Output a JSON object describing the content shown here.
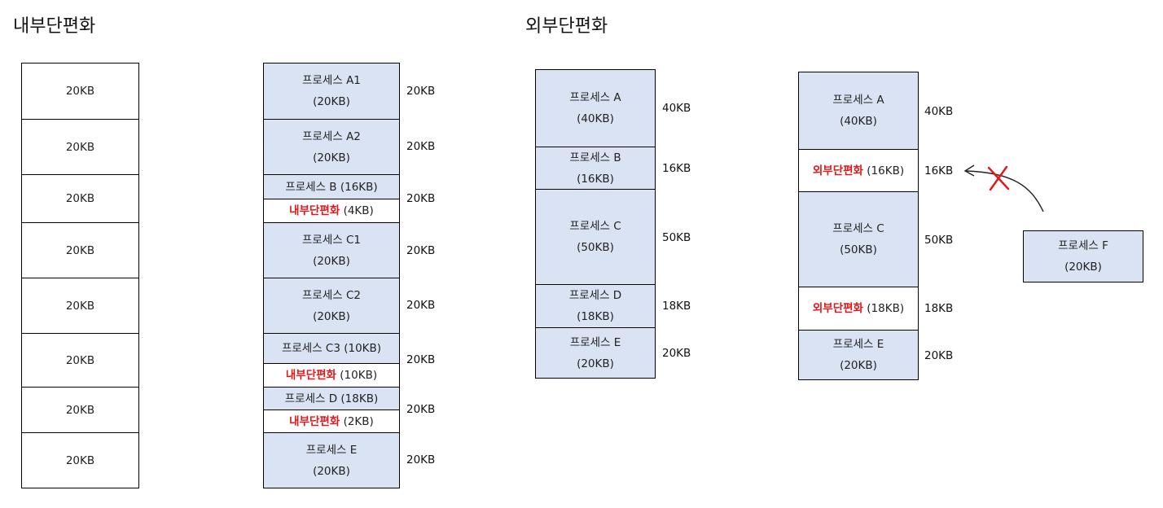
{
  "internal": {
    "title": "내부단편화",
    "empty_col": [
      "20KB",
      "20KB",
      "20KB",
      "20KB",
      "20KB",
      "20KB",
      "20KB",
      "20KB"
    ],
    "a1_l1": "프로세스 A1",
    "a1_l2": "(20KB)",
    "a2_l1": "프로세스 A2",
    "a2_l2": "(20KB)",
    "b_l1": "프로세스 B (16KB)",
    "frag1_red": "내부단편화",
    "frag1_size": "(4KB)",
    "c1_l1": "프로세스 C1",
    "c1_l2": "(20KB)",
    "c2_l1": "프로세스 C2",
    "c2_l2": "(20KB)",
    "c3_l1": "프로세스 C3 (10KB)",
    "frag2_red": "내부단편화",
    "frag2_size": "(10KB)",
    "d_l1": "프로세스 D (18KB)",
    "frag3_red": "내부단편화",
    "frag3_size": "(2KB)",
    "e_l1": "프로세스 E",
    "e_l2": "(20KB)",
    "side_labels": [
      "20KB",
      "20KB",
      "20KB",
      "20KB",
      "20KB",
      "20KB",
      "20KB",
      "20KB"
    ]
  },
  "external": {
    "title": "외부단편화",
    "left": {
      "a_l1": "프로세스 A",
      "a_l2": "(40KB)",
      "b_l1": "프로세스 B",
      "b_l2": "(16KB)",
      "c_l1": "프로세스 C",
      "c_l2": "(50KB)",
      "d_l1": "프로세스 D",
      "d_l2": "(18KB)",
      "e_l1": "프로세스 E",
      "e_l2": "(20KB)",
      "side_labels": [
        "40KB",
        "16KB",
        "50KB",
        "18KB",
        "20KB"
      ]
    },
    "right": {
      "a_l1": "프로세스 A",
      "a_l2": "(40KB)",
      "frag1_red": "외부단편화",
      "frag1_size": "(16KB)",
      "c_l1": "프로세스 C",
      "c_l2": "(50KB)",
      "frag2_red": "외부단편화",
      "frag2_size": "(18KB)",
      "e_l1": "프로세스 E",
      "e_l2": "(20KB)",
      "side_labels": [
        "40KB",
        "16KB",
        "50KB",
        "18KB",
        "20KB"
      ]
    },
    "f_l1": "프로세스 F",
    "f_l2": "(20KB)"
  },
  "colors": {
    "block_fill": "#dae3f3",
    "fragment_text": "#e3161a",
    "x_mark": "#e3161a"
  },
  "icons": [
    "arrow-icon",
    "x-mark-icon"
  ]
}
